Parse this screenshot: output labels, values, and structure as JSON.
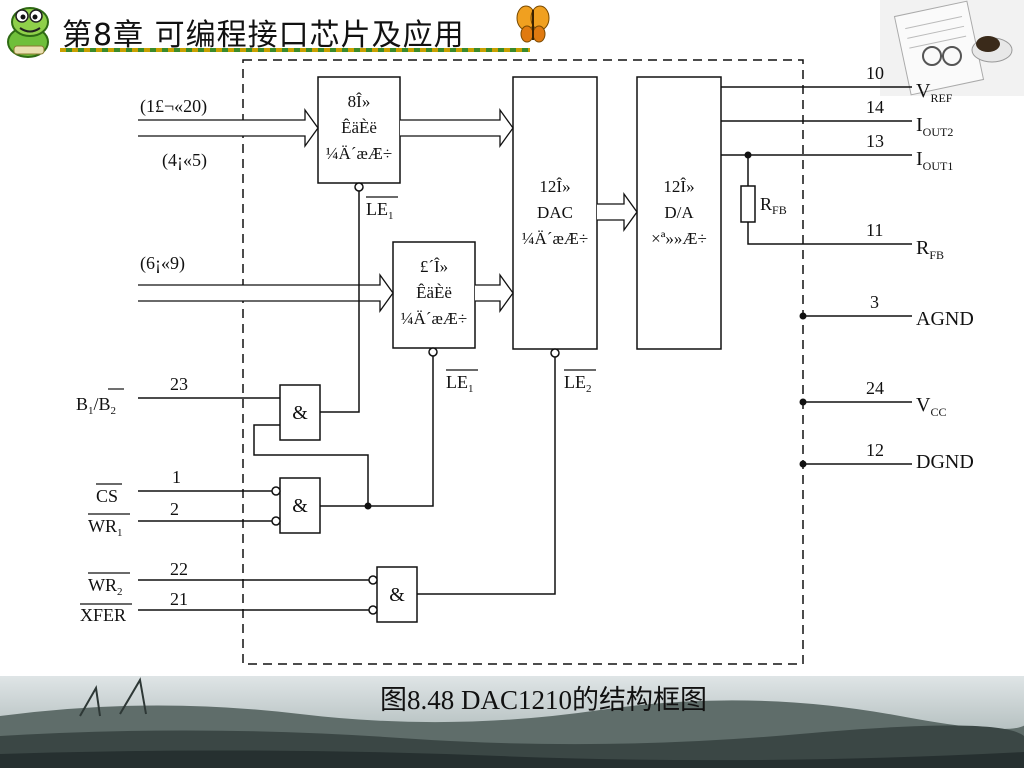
{
  "slide": {
    "title": "第8章   可编程接口芯片及应用",
    "caption": "图8.48  DAC1210的结构框图"
  },
  "diagram": {
    "blocks": {
      "input_reg_8": [
        "8Î»",
        "ÊäÈë",
        "¼Ä´æÆ÷"
      ],
      "input_reg_4": [
        "£´Î»",
        "ÊäÈë",
        "¼Ä´æÆ÷"
      ],
      "dac_reg": [
        "12Î»",
        "DAC",
        "¼Ä´æÆ÷"
      ],
      "da_conv": [
        "12Î»",
        "D/A",
        "×ª»»Æ÷"
      ]
    },
    "bus_labels": {
      "b1": "(1£¬«20)",
      "b2": "(4¡«5)",
      "b3": "(6¡«9)"
    },
    "gate_symbol": "&",
    "internal_labels": {
      "le1_a": "LE",
      "le1_a_sub": "1",
      "le1_b": "LE",
      "le1_b_sub": "1",
      "le2": "LE",
      "le2_sub": "2",
      "rfb_res": "R",
      "rfb_res_sub": "FB"
    },
    "left_pins": [
      {
        "num": "23",
        "name": "B",
        "sub": "1",
        "name2": "/B",
        "sub2": "2"
      },
      {
        "num": "1",
        "name": "CS"
      },
      {
        "num": "2",
        "name": "WR",
        "sub": "1"
      },
      {
        "num": "22",
        "name": "WR",
        "sub": "2"
      },
      {
        "num": "21",
        "name": "XFER"
      }
    ],
    "right_pins": [
      {
        "num": "10",
        "name": "V",
        "sub": "REF"
      },
      {
        "num": "14",
        "name": "I",
        "sub": "OUT2"
      },
      {
        "num": "13",
        "name": "I",
        "sub": "OUT1"
      },
      {
        "num": "11",
        "name": "R",
        "sub": "FB"
      },
      {
        "num": "3",
        "name": "AGND"
      },
      {
        "num": "24",
        "name": "V",
        "sub": "CC"
      },
      {
        "num": "12",
        "name": "DGND"
      }
    ]
  }
}
